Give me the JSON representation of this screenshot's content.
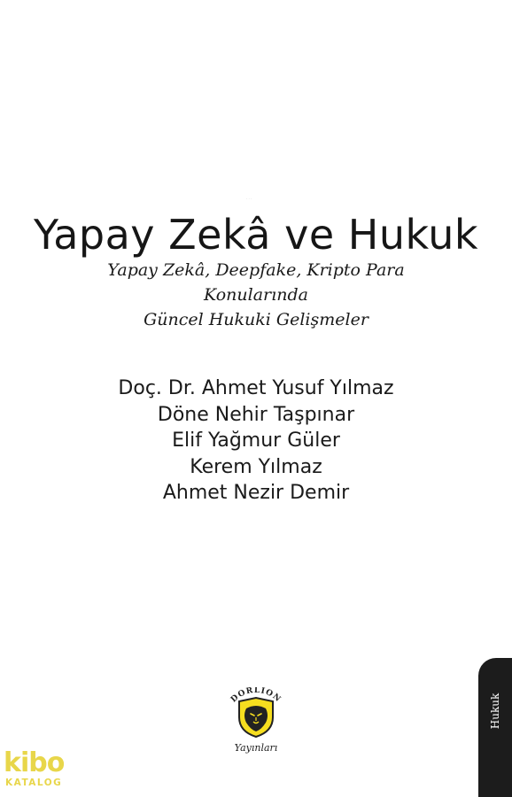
{
  "book": {
    "title": "Yapay Zekâ ve Hukuk",
    "subtitle_lines": [
      "Yapay Zekâ, Deepfake, Kripto Para",
      "Konularında",
      "Güncel Hukuki Gelişmeler"
    ],
    "authors": [
      "Doç. Dr. Ahmet Yusuf Yılmaz",
      "Döne Nehir Taşpınar",
      "Elif Yağmur Güler",
      "Kerem Yılmaz",
      "Ahmet Nezir Demir"
    ],
    "spine_label": "Hukuk"
  },
  "publisher": {
    "arc_text": "DORLION",
    "name": "Yayınları"
  },
  "watermark": {
    "brand": "kibo",
    "sub": "KATALOG"
  },
  "colors": {
    "highlight": "#f6de1f",
    "spine": "#1c1c1c",
    "watermark": "#e8d64a",
    "text": "#1a1a1a"
  },
  "icons": {
    "publisher_logo": "lion-shield-icon"
  }
}
